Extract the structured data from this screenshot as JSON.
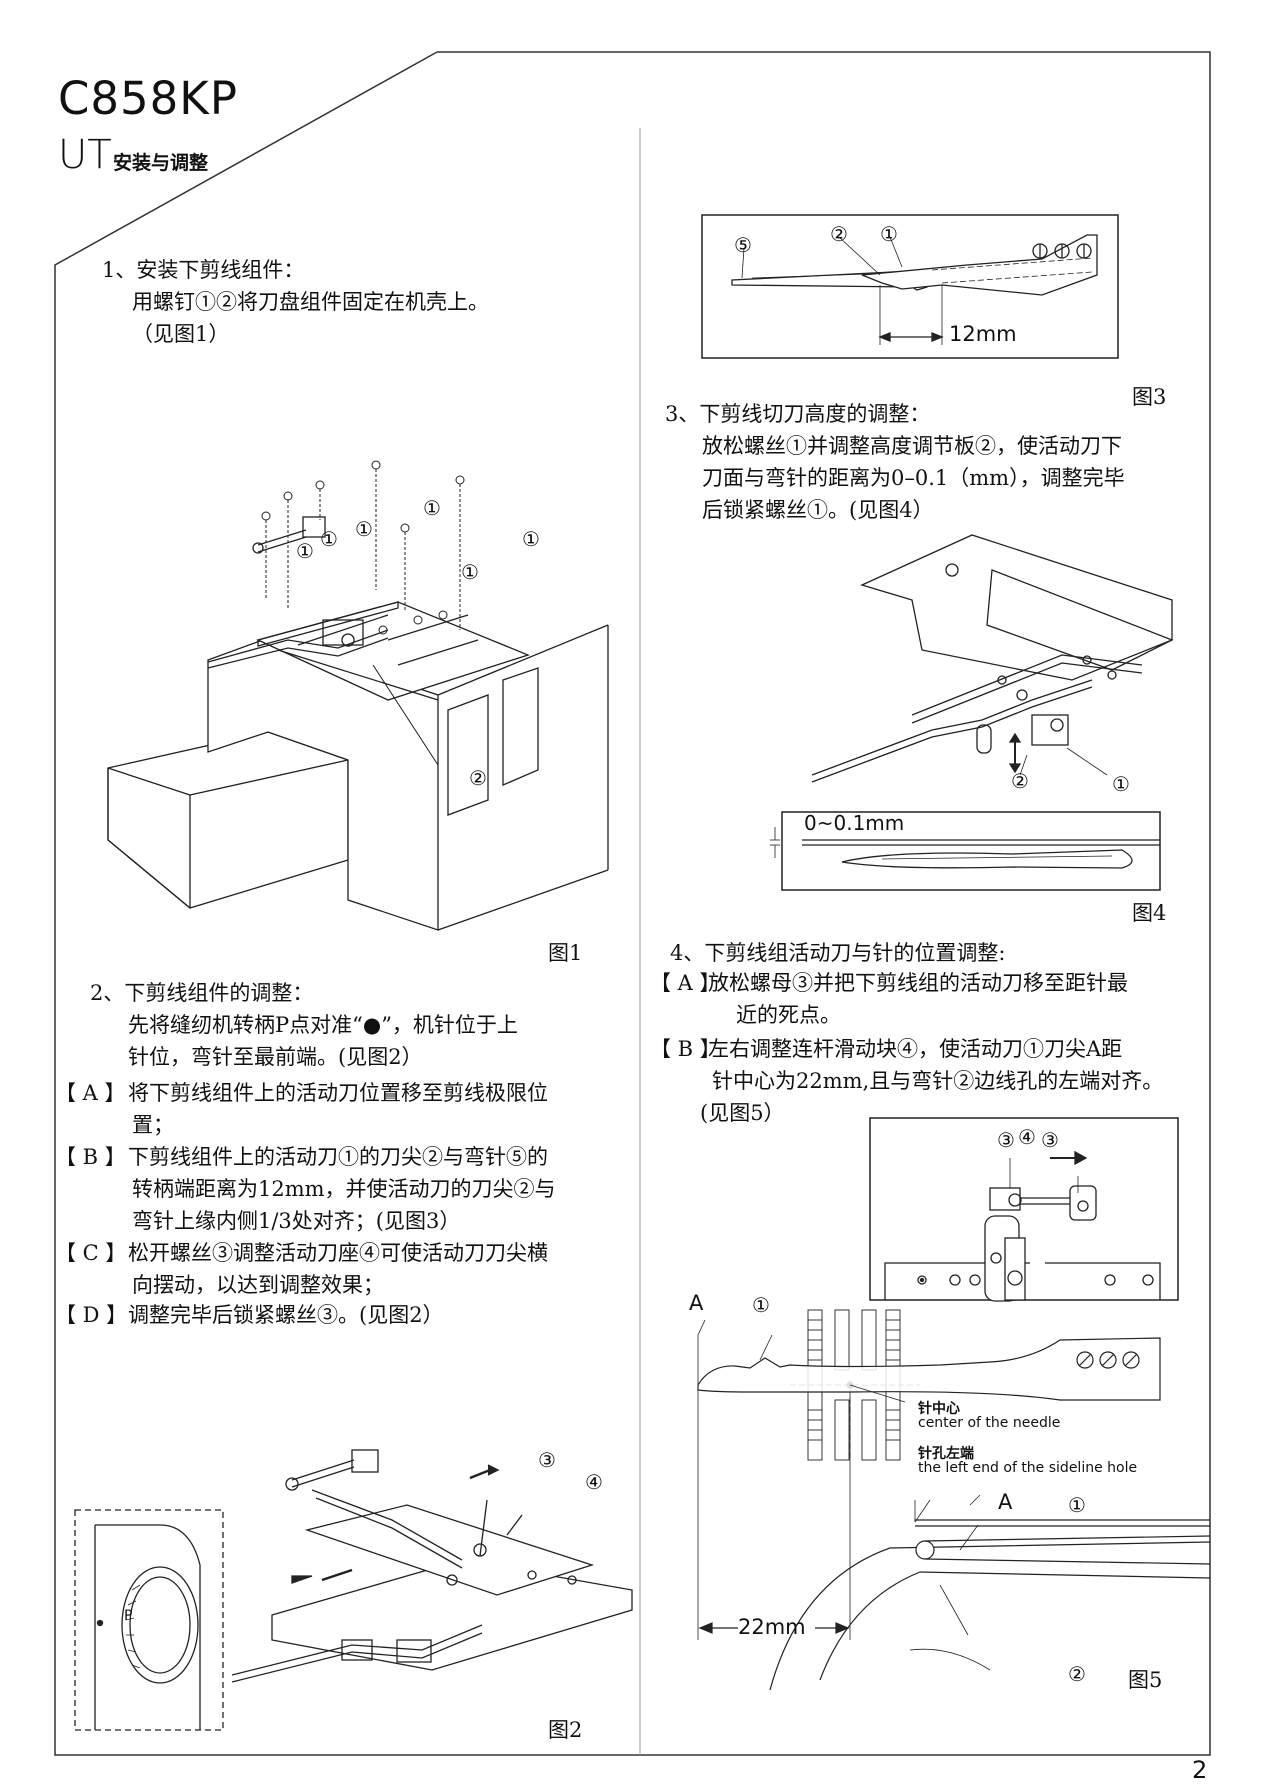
{
  "header": {
    "model": "C858KP",
    "prefix": "UT",
    "subtitle": "安装与调整"
  },
  "page_number": "2",
  "sec1": {
    "title": "1、安装下剪线组件：",
    "lines": [
      "用螺钉①②将刀盘组件固定在机壳上。",
      "（见图1）"
    ]
  },
  "sec2": {
    "title": "2、下剪线组件的调整：",
    "intro": [
      "先将缝纫机转柄P点对准“●”，机针位于上",
      "针位，弯针至最前端。(见图2）"
    ],
    "items": [
      {
        "tag": "【 A 】",
        "lines": [
          "将下剪线组件上的活动刀位置移至剪线极限位",
          "置；"
        ]
      },
      {
        "tag": "【 B 】",
        "lines": [
          "下剪线组件上的活动刀①的刀尖②与弯针⑤的",
          "转柄端距离为12mm，并使活动刀的刀尖②与",
          "弯针上缘内侧1/3处对齐；(见图3）"
        ]
      },
      {
        "tag": "【 C 】",
        "lines": [
          "松开螺丝③调整活动刀座④可使活动刀刀尖横",
          "向摆动，以达到调整效果；"
        ]
      },
      {
        "tag": "【 D 】",
        "lines": [
          "调整完毕后锁紧螺丝③。(见图2）"
        ]
      }
    ]
  },
  "sec3": {
    "title": "3、下剪线切刀高度的调整：",
    "lines": [
      "放松螺丝①并调整高度调节板②，使活动刀下",
      "刀面与弯针的距离为0–0.1（mm），调整完毕",
      "后锁紧螺丝①。(见图4）"
    ]
  },
  "sec4": {
    "title": "4、下剪线组活动刀与针的位置调整:",
    "items": [
      {
        "tag": "【 A 】",
        "lines": [
          "放松螺母③并把下剪线组的活动刀移至距针最",
          "近的死点。"
        ]
      },
      {
        "tag": "【 B 】",
        "lines": [
          "左右调整连杆滑动块④，使活动刀①刀尖A距",
          "针中心为22mm,且与弯针②边线孔的左端对齐。",
          "(见图5）"
        ]
      }
    ]
  },
  "figures": {
    "fig1": "图1",
    "fig2": "图2",
    "fig3": "图3",
    "fig4": "图4",
    "fig5": "图5",
    "fig3_dim": "12mm",
    "fig4_dim": "0~0.1mm",
    "fig5_dim": "22mm",
    "fig2_P": "P",
    "fig5_A": "A",
    "needle_center_cn": "针中心",
    "needle_center_en": "center of the needle",
    "hole_left_cn": "针孔左端",
    "hole_left_en": "the left end of the sideline hole",
    "c1": "①",
    "c2": "②",
    "c3": "③",
    "c4": "④",
    "c5": "⑤"
  }
}
